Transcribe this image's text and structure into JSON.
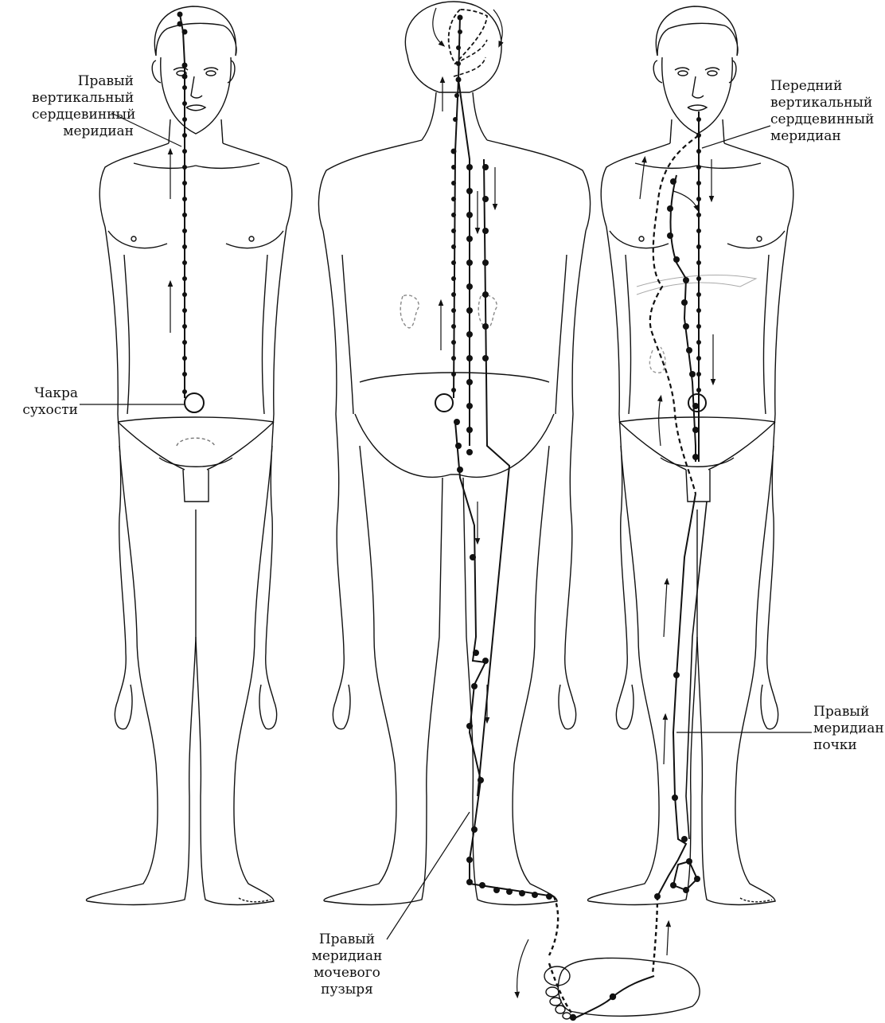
{
  "labels": {
    "right_vertical_heart": [
      "Правый",
      "вертикальный",
      "сердцевинный",
      "меридиан"
    ],
    "dryness_chakra": [
      "Чакра",
      "сухости"
    ],
    "front_vertical_heart": [
      "Передний",
      "вертикальный",
      "сердцевинный",
      "меридиан"
    ],
    "right_kidney": [
      "Правый",
      "меридиан",
      "почки"
    ],
    "right_bladder": [
      "Правый",
      "меридиан",
      "мочевого",
      "пузыря"
    ]
  },
  "colors": {
    "ink": "#111111",
    "paper": "#ffffff",
    "faint": "#9a9a9a"
  }
}
